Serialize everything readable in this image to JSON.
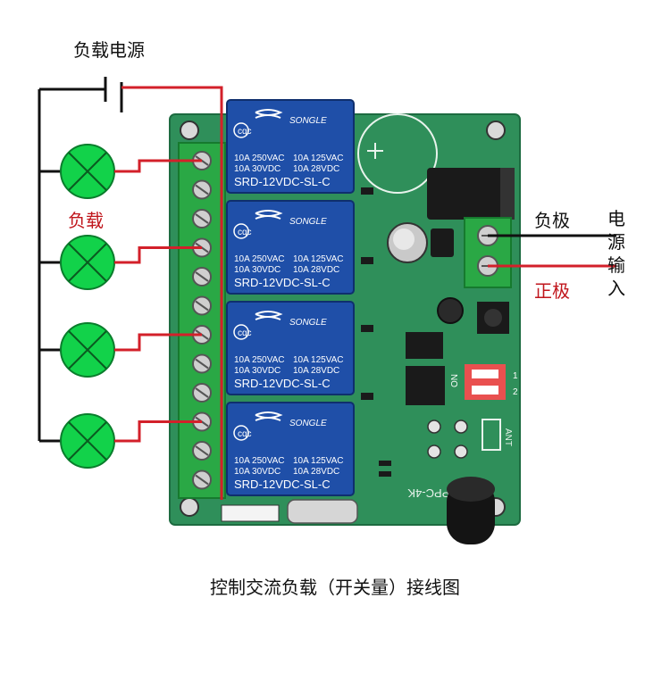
{
  "labels": {
    "load_power": "负载电源",
    "load": "负载",
    "negative": "负极",
    "positive": "正极",
    "power_input": "电源输入",
    "caption": "控制交流负载（开关量）接线图"
  },
  "relay": {
    "brand": "SONGLE",
    "cert": "cqc",
    "line1_left": "10A 250VAC",
    "line1_right": "10A 125VAC",
    "line2_left": "10A 30VDC",
    "line2_right": "10A 28VDC",
    "model": "SRD-12VDC-SL-C"
  },
  "board": {
    "model": "APPC-4K",
    "antenna": "ANT",
    "dip_on": "ON",
    "dip_1": "1",
    "dip_2": "2"
  },
  "colors": {
    "board_green": "#2f8f5a",
    "relay_blue": "#1f4fa8",
    "wire_red": "#d3202a",
    "wire_black": "#111111",
    "lamp_green": "#12d24a",
    "terminal_green": "#2aa845"
  },
  "diagram": {
    "lamp_count": 4,
    "relay_count": 4,
    "terminal_count": 12
  }
}
